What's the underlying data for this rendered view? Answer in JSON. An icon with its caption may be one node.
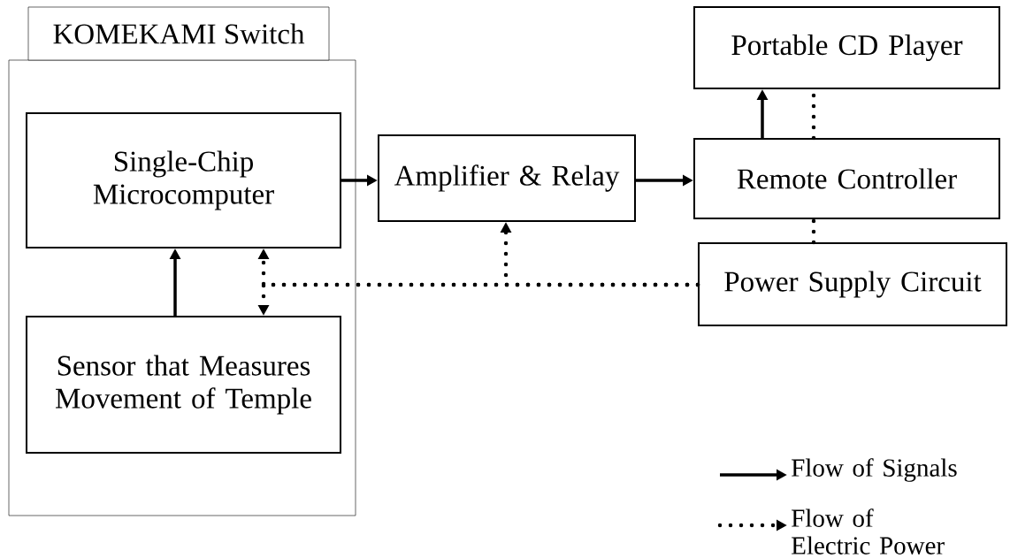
{
  "diagram": {
    "nodes": [
      {
        "text": [
          "KOMEKAMI Switch"
        ]
      },
      {
        "text": [
          "Single-Chip Microcomputer"
        ],
        "in": 0
      },
      {
        "text": [
          "Sensor that Measures Movement of Temple"
        ],
        "in": 0
      },
      {
        "text": [
          "Amplifier & Relay"
        ]
      },
      {
        "text": [
          "Portable CD Player"
        ]
      },
      {
        "text": [
          "Remote Controller"
        ]
      },
      {
        "text": [
          "Power Supply Circuit"
        ]
      }
    ],
    "edges": [
      {
        "from": 1,
        "to": 3,
        "arrow": "to"
      },
      {
        "from": 3,
        "to": 5,
        "arrow": "to"
      },
      {
        "from": 2,
        "to": 1,
        "arrow": "to"
      },
      {
        "from": 5,
        "to": 4,
        "arrow": "to"
      },
      {
        "from": 6,
        "to": 1,
        "arrow": "to",
        "style": "dashed"
      },
      {
        "from": 6,
        "to": 2,
        "arrow": "to",
        "style": "dashed"
      },
      {
        "from": 6,
        "to": 3,
        "arrow": "to",
        "style": "dashed"
      },
      {
        "from": 6,
        "to": 5,
        "arrow": "none",
        "style": "dashed"
      },
      {
        "from": 5,
        "to": 4,
        "arrow": "none",
        "style": "dashed"
      }
    ],
    "legend": [
      {
        "text": "Flow of Signals"
      },
      {
        "text": "Flow of Electric Power"
      }
    ]
  }
}
